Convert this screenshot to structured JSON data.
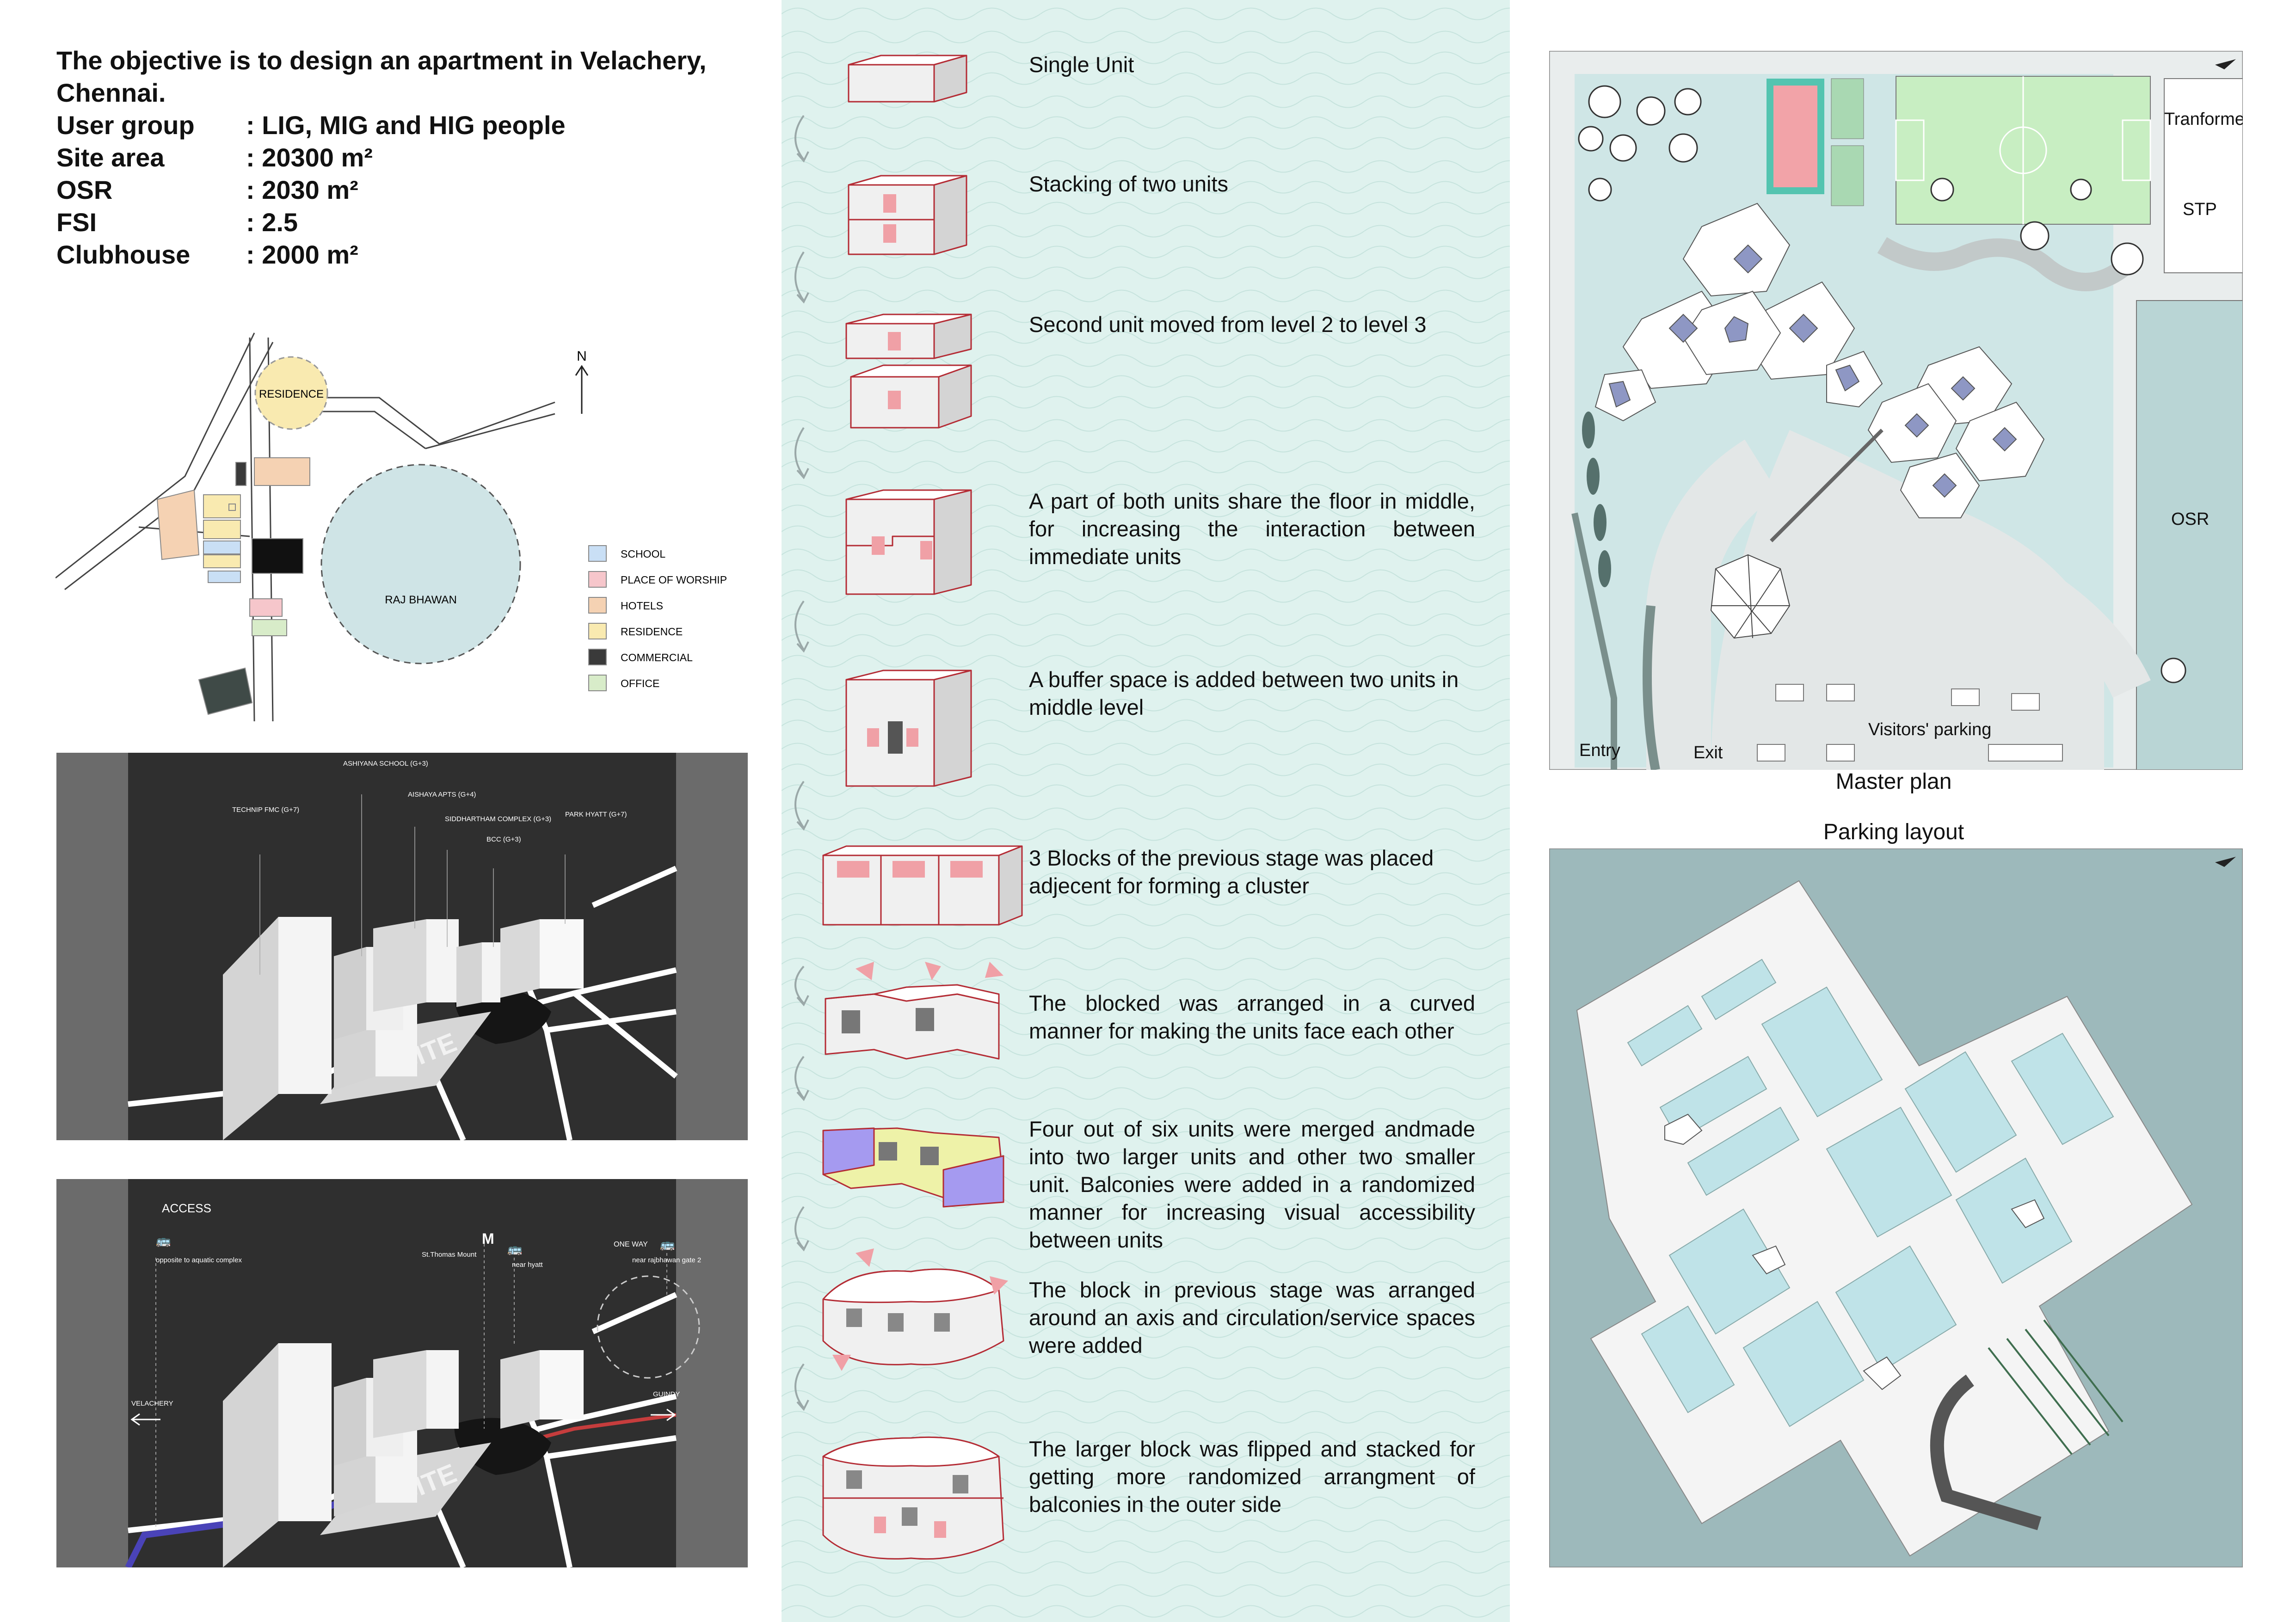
{
  "brief": {
    "objective": "The objective is to design an apartment in Velachery, Chennai.",
    "rows": [
      {
        "key": "User group",
        "value": ": LIG, MIG and HIG people"
      },
      {
        "key": "Site area",
        "value": ": 20300 m²"
      },
      {
        "key": "OSR",
        "value": ": 2030 m²"
      },
      {
        "key": "FSI",
        "value": ": 2.5"
      },
      {
        "key": "Clubhouse",
        "value": ": 2000 m²"
      }
    ]
  },
  "context_map": {
    "north": "N",
    "residence": "RESIDENCE",
    "raj_bhawan": "RAJ BHAWAN",
    "legend": [
      {
        "label": "SCHOOL",
        "color": "#c9dff5"
      },
      {
        "label": "PLACE OF WORSHIP",
        "color": "#f6c6cb"
      },
      {
        "label": "HOTELS",
        "color": "#f5d2b3"
      },
      {
        "label": "RESIDENCE",
        "color": "#f9eab0"
      },
      {
        "label": "COMMERCIAL",
        "color": "#3a3a3a"
      },
      {
        "label": "OFFICE",
        "color": "#d8ecc9"
      }
    ]
  },
  "skyline_panel": {
    "labels": [
      "TECHNIP FMC (G+7)",
      "ASHIYANA SCHOOL (G+3)",
      "AISHAYA APTS (G+4)",
      "SIDDHARTHAM COMPLEX (G+3)",
      "BCC (G+3)",
      "PARK HYATT (G+7)"
    ],
    "site": "SITE"
  },
  "access_panel": {
    "title": "ACCESS",
    "metro": "M",
    "metro_sub": "St.Thomas Mount",
    "bus1": "opposite to aquatic complex",
    "bus2": "near hyatt",
    "one_way": "ONE WAY",
    "bus3": "near rajbhawan gate 2",
    "left_dir": "VELACHERY",
    "right_dir": "GUINDY",
    "site": "SITE"
  },
  "steps": [
    {
      "text": "Single Unit"
    },
    {
      "text": "Stacking of two units"
    },
    {
      "text": "Second unit moved from level 2 to level 3"
    },
    {
      "text": "A part of both units share the floor in middle, for increasing the interaction between immediate units"
    },
    {
      "text": "A buffer space is added between two units in middle level"
    },
    {
      "text": "3 Blocks of the previous stage was placed adjecent for forming a cluster"
    },
    {
      "text": "The blocked was arranged in a curved manner for making the units face each other"
    },
    {
      "text": "Four out of six units were merged andmade into two larger units and other two smaller unit. Balconies were added in a randomized manner for increasing visual accessibility between units"
    },
    {
      "text": "The block in previous stage was arranged around an axis and circulation/service spaces were added"
    },
    {
      "text": "The larger block was flipped and stacked for getting more randomized arrangment of balconies in the outer side"
    }
  ],
  "master_plan": {
    "caption": "Master plan",
    "transformer": "Tranformer",
    "stp": "STP",
    "osr": "OSR",
    "visitors": "Visitors' parking",
    "entry": "Entry",
    "exit": "Exit"
  },
  "parking": {
    "caption": "Parking layout"
  },
  "colors": {
    "mid_bg": "#dff2ee",
    "site_bg": "#cfe6e6",
    "parking_bg": "#9db9bb",
    "accent_red": "#f0a0a6",
    "balcony_purple": "#a59af0",
    "balcony_yellow": "#eef2a8"
  }
}
